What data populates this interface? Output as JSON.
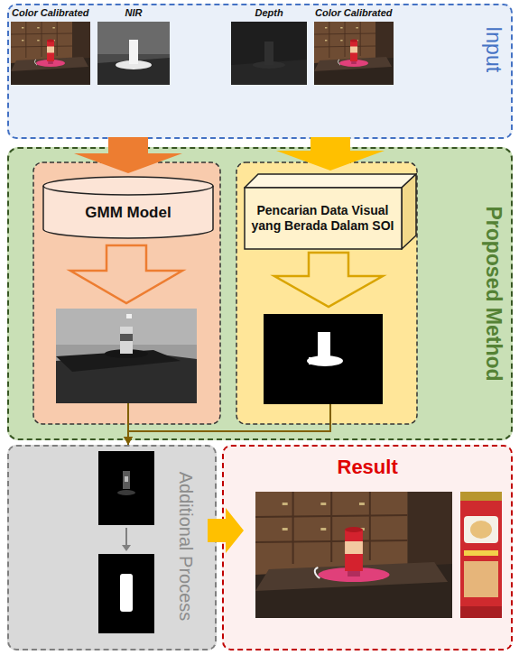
{
  "diagram": {
    "nodes": [
      {
        "text": [
          "Input"
        ]
      },
      {
        "text": [
          "Proposed Method"
        ]
      },
      {
        "text": [
          "GMM Model"
        ],
        "in": 1
      },
      {
        "text": [
          "Pencarian Data Visual yang Berada Dalam SOI"
        ],
        "in": 1
      },
      {
        "text": [
          "Additional Process"
        ]
      },
      {
        "text": [
          "Result"
        ]
      }
    ],
    "edges": [
      {
        "from": 0,
        "to": 2,
        "arrow": "to"
      },
      {
        "from": 0,
        "to": 3,
        "arrow": "to"
      },
      {
        "from": 2,
        "to": 4,
        "arrow": "to"
      },
      {
        "from": 3,
        "to": 4,
        "arrow": "to"
      },
      {
        "from": 4,
        "to": 5,
        "arrow": "to"
      }
    ],
    "labels": [
      "Color Calibrated",
      "NIR",
      "Depth",
      "Color Calibrated"
    ]
  }
}
